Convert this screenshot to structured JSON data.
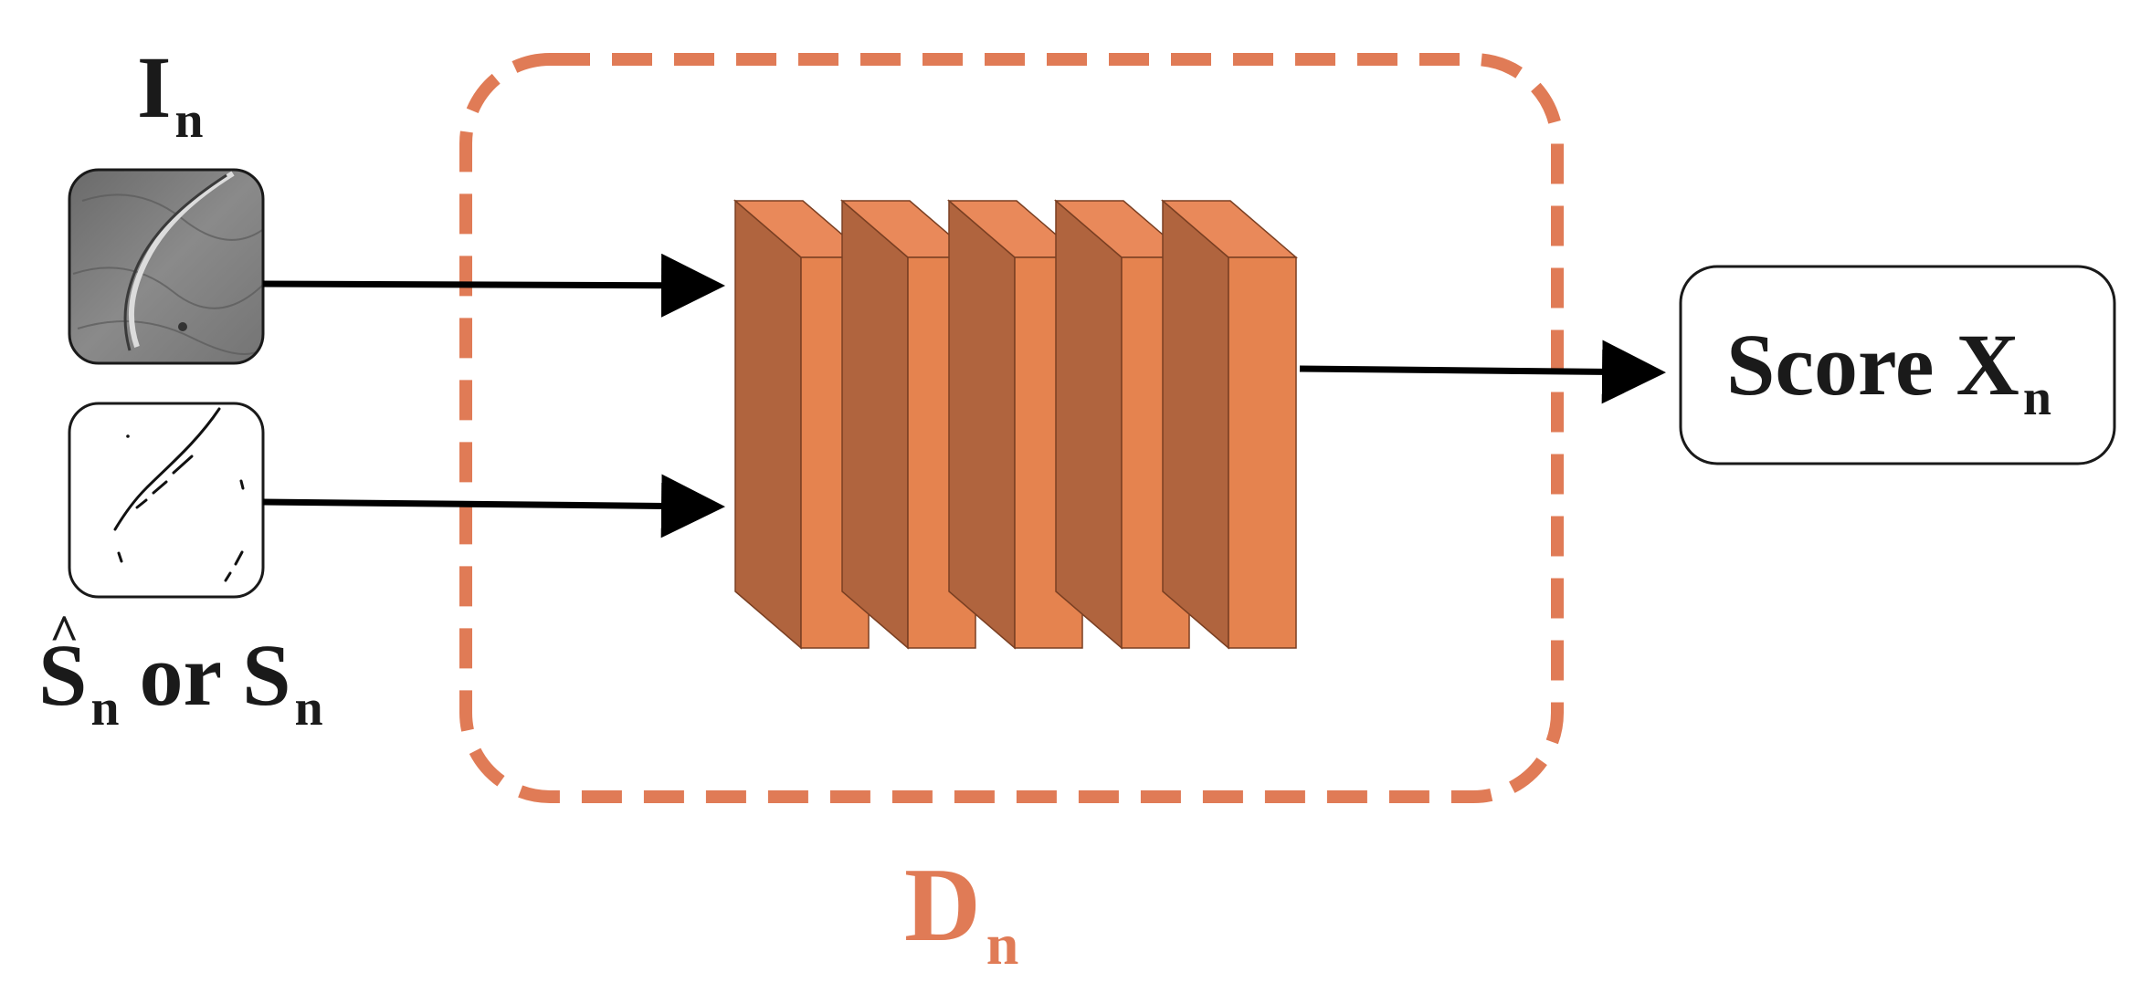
{
  "labels": {
    "input_image_main": "I",
    "input_image_sub": "n",
    "seg_hat_main": "S",
    "seg_hat_accent": "^",
    "seg_hat_sub": "n",
    "seg_or": "or",
    "seg_main": "S",
    "seg_sub": "n",
    "discriminator_main": "D",
    "discriminator_sub": "n",
    "score_main": "Score X",
    "score_sub": "n"
  },
  "colors": {
    "accent": "#E07B56",
    "layer_front": "#E5834F",
    "layer_side": "#B0643E",
    "layer_top": "#E9895A",
    "arrow": "#000000",
    "image_gray": "#7a7a7a"
  },
  "layers": {
    "count": 5
  }
}
